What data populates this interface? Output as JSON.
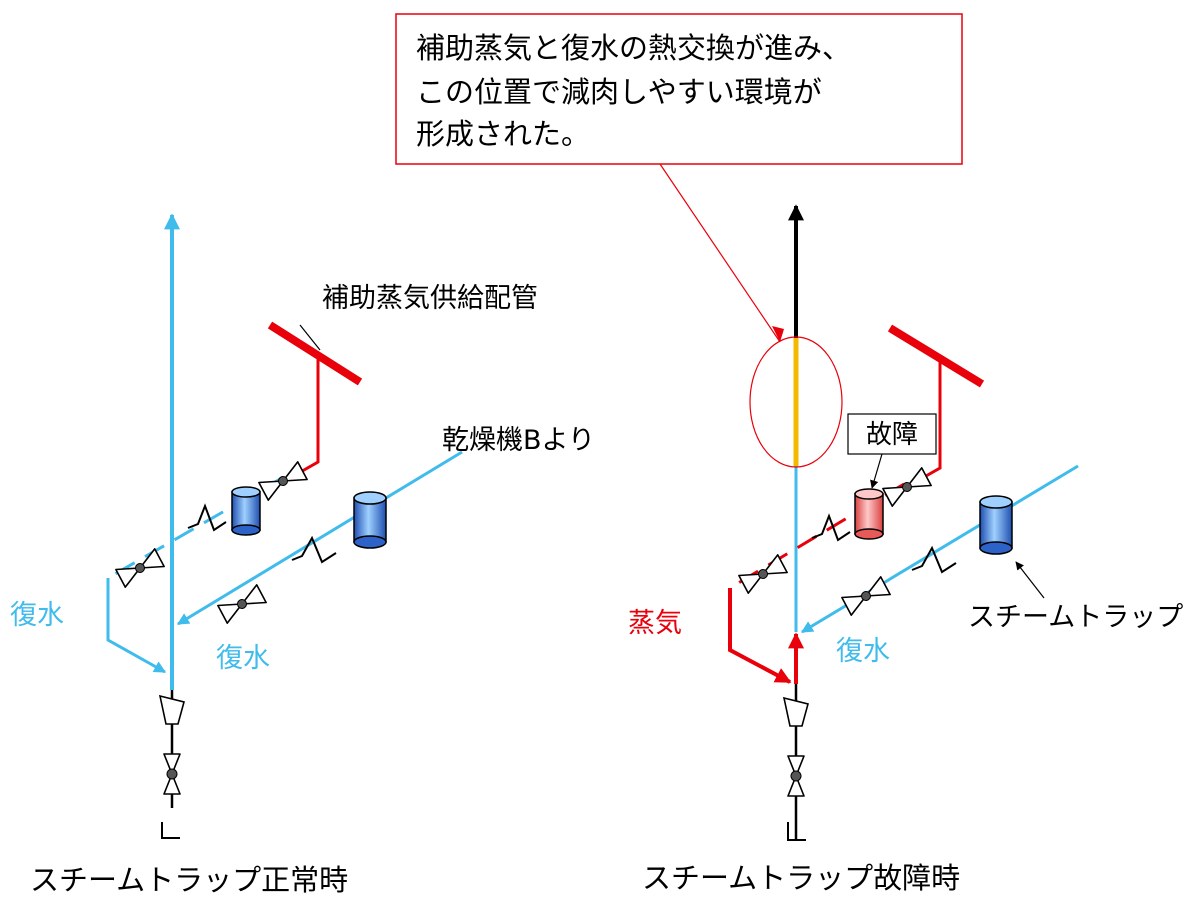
{
  "callout": {
    "lines": [
      "補助蒸気と復水の熱交換が進み、",
      "この位置で減肉しやすい環境が",
      "形成された。"
    ]
  },
  "left_diagram": {
    "supply_pipe_label": "補助蒸気供給配管",
    "dryer_label": "乾燥機Bより",
    "condensate_left": "復水",
    "condensate_center": "復水",
    "caption": "スチームトラップ正常時"
  },
  "right_diagram": {
    "fault_label": "故障",
    "steam_label": "蒸気",
    "condensate_label": "復水",
    "trap_label": "スチームトラップ",
    "caption": "スチームトラップ故障時"
  },
  "colors": {
    "condensate": "#3fbbec",
    "steam": "#e8000b",
    "thinning_zone": "#f5b800",
    "outlet": "#000000",
    "trap_normal": "#2d63c8",
    "trap_failed": "#e85a5a"
  }
}
